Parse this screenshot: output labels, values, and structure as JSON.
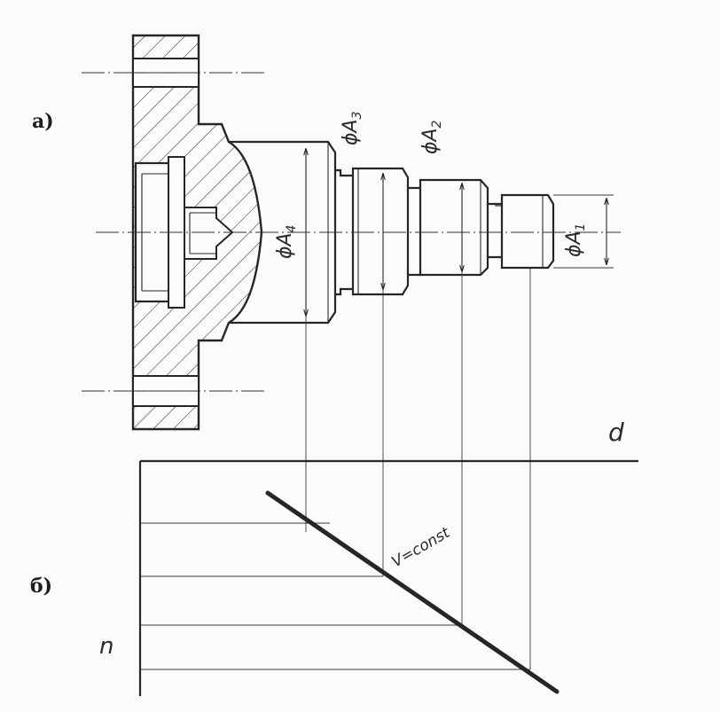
{
  "labels": {
    "part_a": "а)",
    "part_b": "б)",
    "d_axis": "d",
    "n_axis": "n",
    "line_label": "V=const",
    "dim_a1": "ϕA",
    "dim_a1_sub": "1",
    "dim_a2": "ϕA",
    "dim_a2_sub": "2",
    "dim_a3": "ϕA",
    "dim_a3_sub": "3",
    "dim_a4": "ϕA",
    "dim_a4_sub": "4"
  },
  "colors": {
    "ink": "#262626",
    "paper": "#fbfbfa"
  }
}
